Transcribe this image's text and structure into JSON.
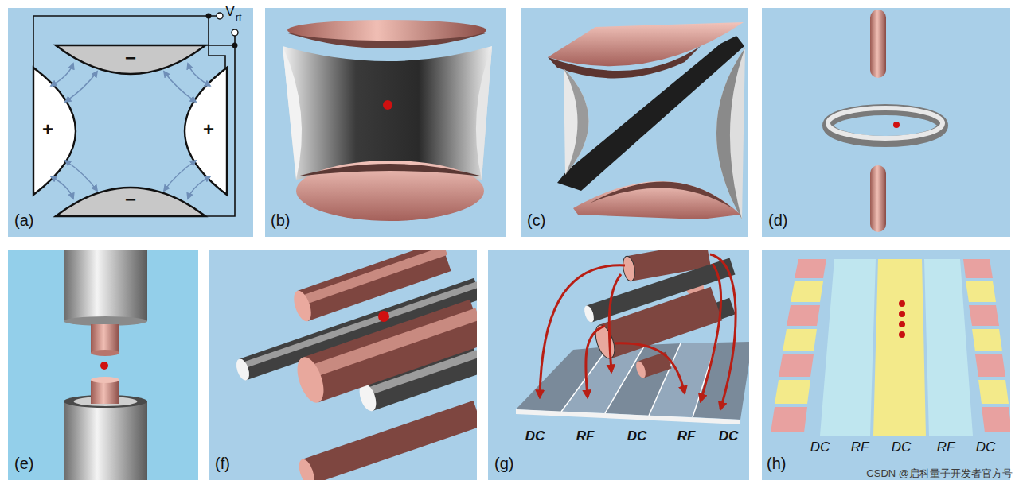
{
  "diagram": {
    "labels": [
      "V",
      "rf",
      "−",
      "+",
      "+",
      "−",
      "(a)",
      "(b)",
      "(c)",
      "(d)",
      "(e)",
      "(f)",
      "(g)",
      "(h)",
      "DC",
      "RF",
      "DC",
      "RF",
      "DC",
      "DC",
      "RF",
      "DC",
      "RF",
      "DC",
      "CSDN @启科量子开发者官方号"
    ]
  }
}
